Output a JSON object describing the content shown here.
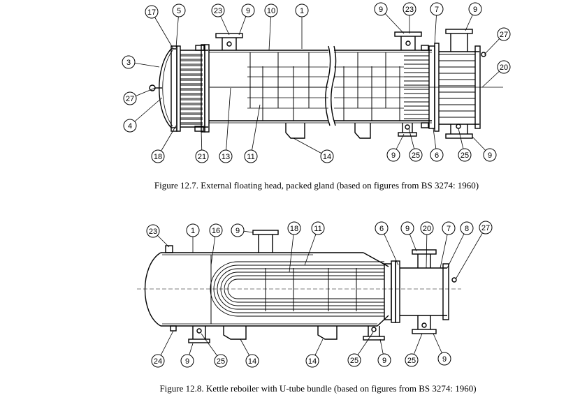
{
  "figures": [
    {
      "caption": "Figure 12.7.   External floating head, packed gland (based on figures from BS 3274: 1960)",
      "callouts": [
        "17",
        "5",
        "23",
        "9",
        "10",
        "1",
        "9",
        "23",
        "7",
        "9",
        "27",
        "3",
        "20",
        "27",
        "4",
        "18",
        "21",
        "13",
        "11",
        "14",
        "9",
        "25",
        "6",
        "25",
        "9"
      ]
    },
    {
      "caption": "Figure 12.8.   Kettle reboiler with U-tube bundle (based on figures from BS 3274: 1960)",
      "callouts": [
        "23",
        "1",
        "16",
        "9",
        "18",
        "11",
        "6",
        "9",
        "20",
        "7",
        "8",
        "27",
        "24",
        "9",
        "25",
        "14",
        "14",
        "25",
        "9",
        "25",
        "9"
      ]
    }
  ]
}
